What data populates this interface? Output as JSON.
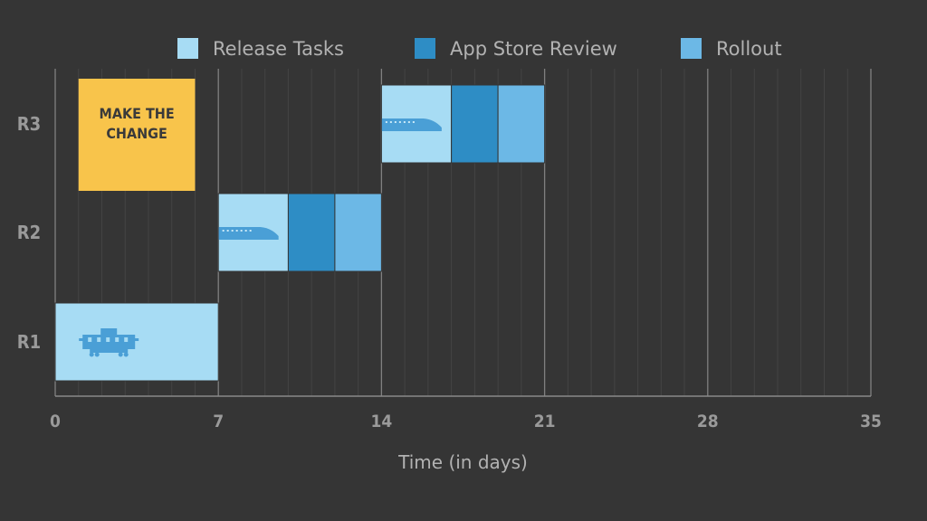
{
  "chart_data": {
    "type": "bar",
    "orientation": "horizontal",
    "stacked": true,
    "title": "",
    "xlabel": "Time (in days)",
    "ylabel": "",
    "xlim": [
      0,
      35
    ],
    "x_ticks": [
      0,
      7,
      14,
      21,
      28,
      35
    ],
    "x_tick_labels": [
      "0",
      "7",
      "14",
      "21",
      "28",
      "35"
    ],
    "grid": true,
    "legend_position": "top",
    "categories": [
      "R1",
      "R2",
      "R3"
    ],
    "series": [
      {
        "name": "Release Tasks",
        "color": "#a7dcf4",
        "segments": [
          {
            "category": "R1",
            "start": 0,
            "end": 7
          },
          {
            "category": "R2",
            "start": 7,
            "end": 10
          },
          {
            "category": "R3",
            "start": 14,
            "end": 17
          }
        ]
      },
      {
        "name": "App Store Review",
        "color": "#2e8dc5",
        "segments": [
          {
            "category": "R2",
            "start": 10,
            "end": 12
          },
          {
            "category": "R3",
            "start": 17,
            "end": 19
          }
        ]
      },
      {
        "name": "Rollout",
        "color": "#6cb8e6",
        "segments": [
          {
            "category": "R2",
            "start": 12,
            "end": 14
          },
          {
            "category": "R3",
            "start": 19,
            "end": 21
          }
        ]
      }
    ],
    "annotations": [
      {
        "type": "sticky-note",
        "text_lines": [
          "MAKE THE",
          "CHANGE"
        ],
        "color": "#f8c44b",
        "x_start": 1,
        "x_end": 6,
        "category": "R3"
      }
    ],
    "icons": [
      {
        "name": "caboose-train-icon",
        "category": "R1",
        "x": 2.3
      },
      {
        "name": "bullet-train-icon",
        "category": "R2",
        "x": 8.3
      },
      {
        "name": "bullet-train-icon",
        "category": "R3",
        "x": 15.3
      }
    ]
  }
}
